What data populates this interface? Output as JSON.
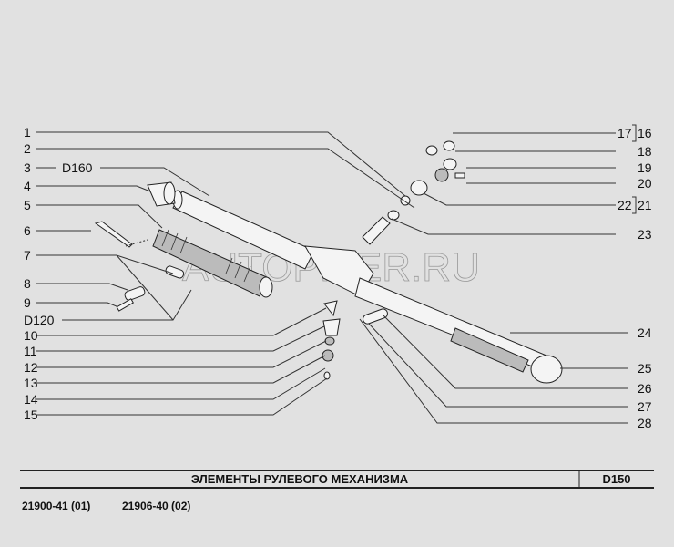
{
  "callouts_left": [
    "1",
    "2",
    "3",
    "D160",
    "4",
    "5",
    "6",
    "7",
    "8",
    "9",
    "D120",
    "10",
    "11",
    "12",
    "13",
    "14",
    "15"
  ],
  "callouts_right": [
    "17",
    "16",
    "18",
    "19",
    "20",
    "22",
    "21",
    "23",
    "24",
    "25",
    "26",
    "27",
    "28"
  ],
  "watermark": "AUTOPITER.RU",
  "footer": {
    "title": "ЭЛЕМЕНТЫ   РУЛЕВОГО   МЕХАНИЗМА",
    "code": "D150"
  },
  "applicability": [
    "21900-41 (01)",
    "21906-40 (02)"
  ]
}
